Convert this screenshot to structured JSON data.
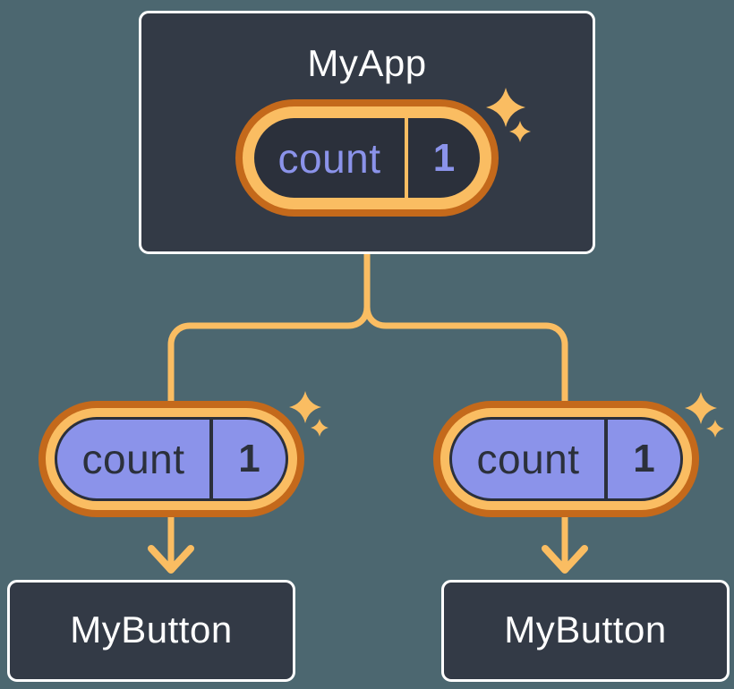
{
  "diagram": {
    "description": "Component tree passing state down as props",
    "root": {
      "title": "MyApp",
      "state": {
        "label": "count",
        "value": "1"
      }
    },
    "children": [
      {
        "title": "MyButton",
        "state": {
          "label": "count",
          "value": "1"
        }
      },
      {
        "title": "MyButton",
        "state": {
          "label": "count",
          "value": "1"
        }
      }
    ]
  },
  "icons": {
    "sparkle": "four-point star sparkle",
    "arrow_down": "downward chevron arrowhead"
  },
  "colors": {
    "page_background": "#4C6770",
    "node_background": "#333A46",
    "node_border": "#FFFFFF",
    "node_title_text": "#FFFFFF",
    "ring_outer_orange": "#C4691B",
    "ring_inner_orange": "#FABD62",
    "connector_orange": "#FABD62",
    "state_purple": "#8B93EA",
    "state_dark": "#2B303B"
  }
}
